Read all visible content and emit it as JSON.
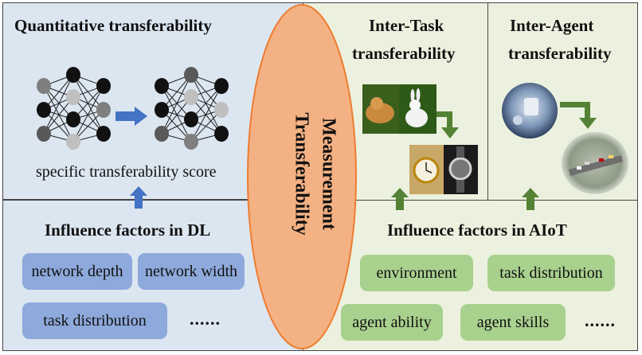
{
  "left": {
    "title": "Quantitative transferability",
    "score_label": "specific transferability score",
    "factors_title": "Influence factors in DL",
    "factors": [
      "network depth",
      "network width",
      "task distribution"
    ],
    "ellipsis": "......"
  },
  "center": {
    "line1": "Transferability",
    "line2": "Measurement",
    "color": "#f4b183"
  },
  "right": {
    "inter_task_title_1": "Inter-Task",
    "inter_task_title_2": "transferability",
    "inter_agent_title_1": "Inter-Agent",
    "inter_agent_title_2": "transferability",
    "factors_title": "Influence factors in AIoT",
    "factors": [
      "environment",
      "task distribution",
      "agent ability",
      "agent skills"
    ],
    "ellipsis": "......"
  },
  "colors": {
    "blue_panel": "#dce6f1",
    "green_panel": "#ebf1de",
    "blue_pill": "#8ea9db",
    "green_pill": "#a9d18e",
    "blue_arrow": "#4472c4",
    "green_arrow": "#548235"
  }
}
